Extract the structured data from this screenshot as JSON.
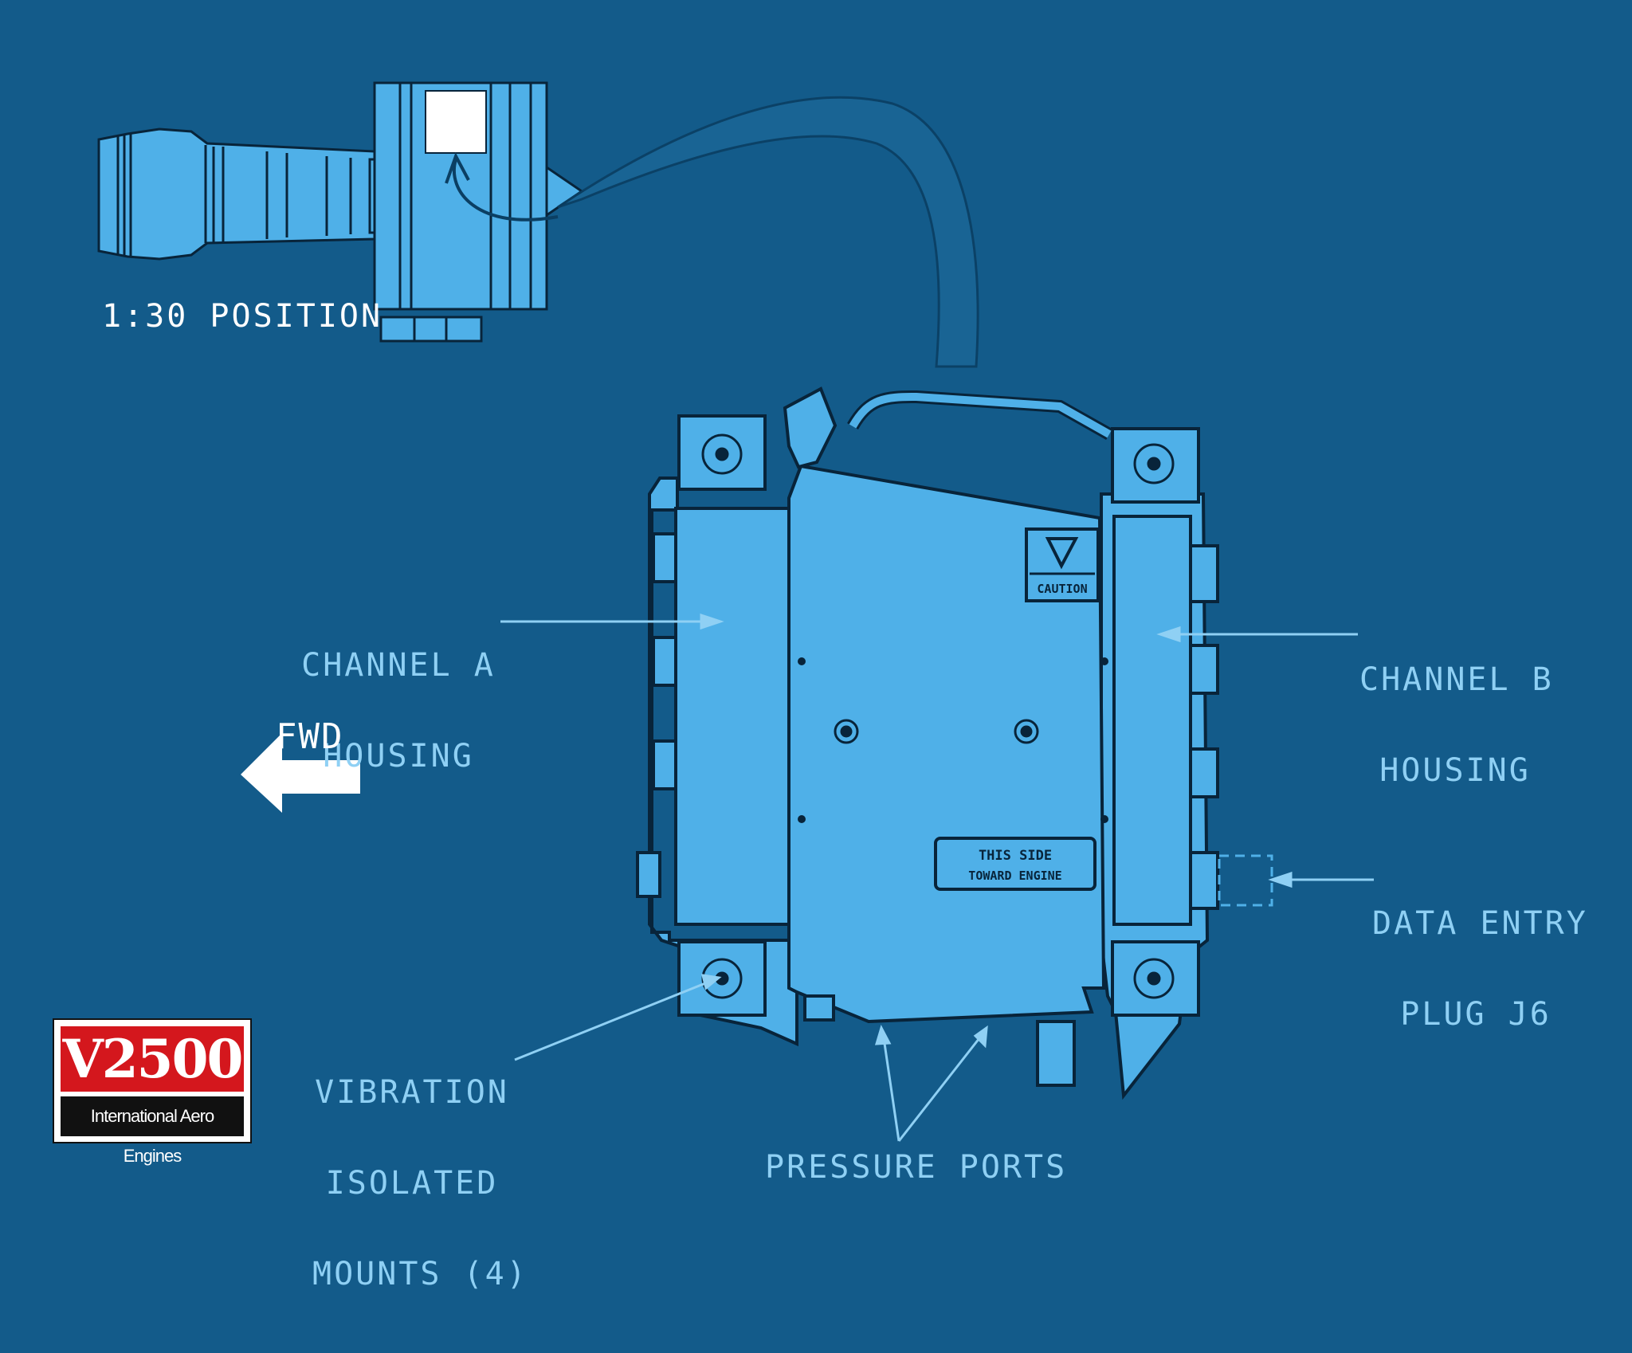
{
  "diagram": {
    "labels": {
      "position": "1:30 POSITION",
      "channel_a": [
        "CHANNEL A",
        "HOUSING"
      ],
      "channel_b": [
        "CHANNEL B",
        "HOUSING"
      ],
      "data_entry": [
        "DATA ENTRY",
        "PLUG J6"
      ],
      "vibration": [
        "VIBRATION",
        "ISOLATED",
        "MOUNTS (4)"
      ],
      "pressure": "PRESSURE PORTS",
      "fwd": "FWD"
    },
    "unit_markings": {
      "caution": "CAUTION",
      "side_plate_line1": "THIS SIDE",
      "side_plate_line2": "TOWARD ENGINE"
    },
    "logo": {
      "mark": "V2500",
      "subtitle": "International Aero Engines"
    },
    "colors": {
      "background": "#135b8a",
      "component_fill": "#4fb0e8",
      "outline": "#08243a",
      "label_text": "#8fd0f4",
      "logo_red": "#d4171d"
    },
    "icons": [
      "fwd-arrow-icon",
      "caution-triangle-icon"
    ]
  }
}
